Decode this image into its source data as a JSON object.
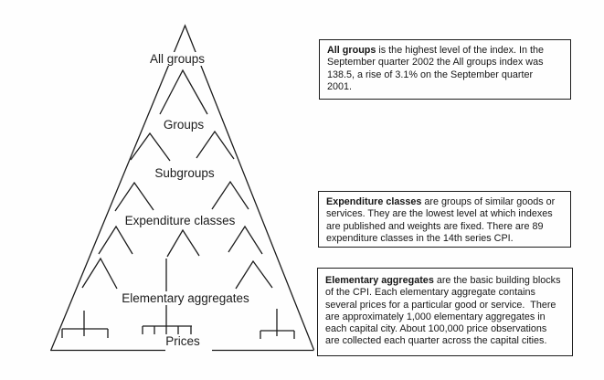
{
  "diagram": {
    "title_semantic": "CPI index structure pyramid",
    "levels": [
      "All groups",
      "Groups",
      "Subgroups",
      "Expenditure classes",
      "Elementary aggregates",
      "Prices"
    ]
  },
  "annotations": [
    {
      "lead": "All groups",
      "lead_rest": " is the highest level of the index. In the",
      "lines": [
        "September quarter 2002 the All groups index was",
        "138.5, a rise of 3.1% on the September quarter",
        "2001."
      ]
    },
    {
      "lead": "Expenditure classes",
      "lead_rest": " are groups of similar goods or",
      "lines": [
        "services. They are the lowest level at which indexes",
        "are published and weights are fixed. There are 89",
        "expenditure classes in the 14th series CPI."
      ]
    },
    {
      "lead": "Elementary aggregates",
      "lead_rest": " are the basic building blocks",
      "lines": [
        "of the CPI. Each elementary aggregate contains",
        "several prices for a particular good or service.  There",
        "are approximately 1,000 elementary aggregates in",
        "each capital city. About 100,000 price observations",
        "are collected each quarter across the capital cities."
      ]
    }
  ],
  "colors": {
    "ink": "#1c1c1c",
    "background": "#fefefe"
  }
}
